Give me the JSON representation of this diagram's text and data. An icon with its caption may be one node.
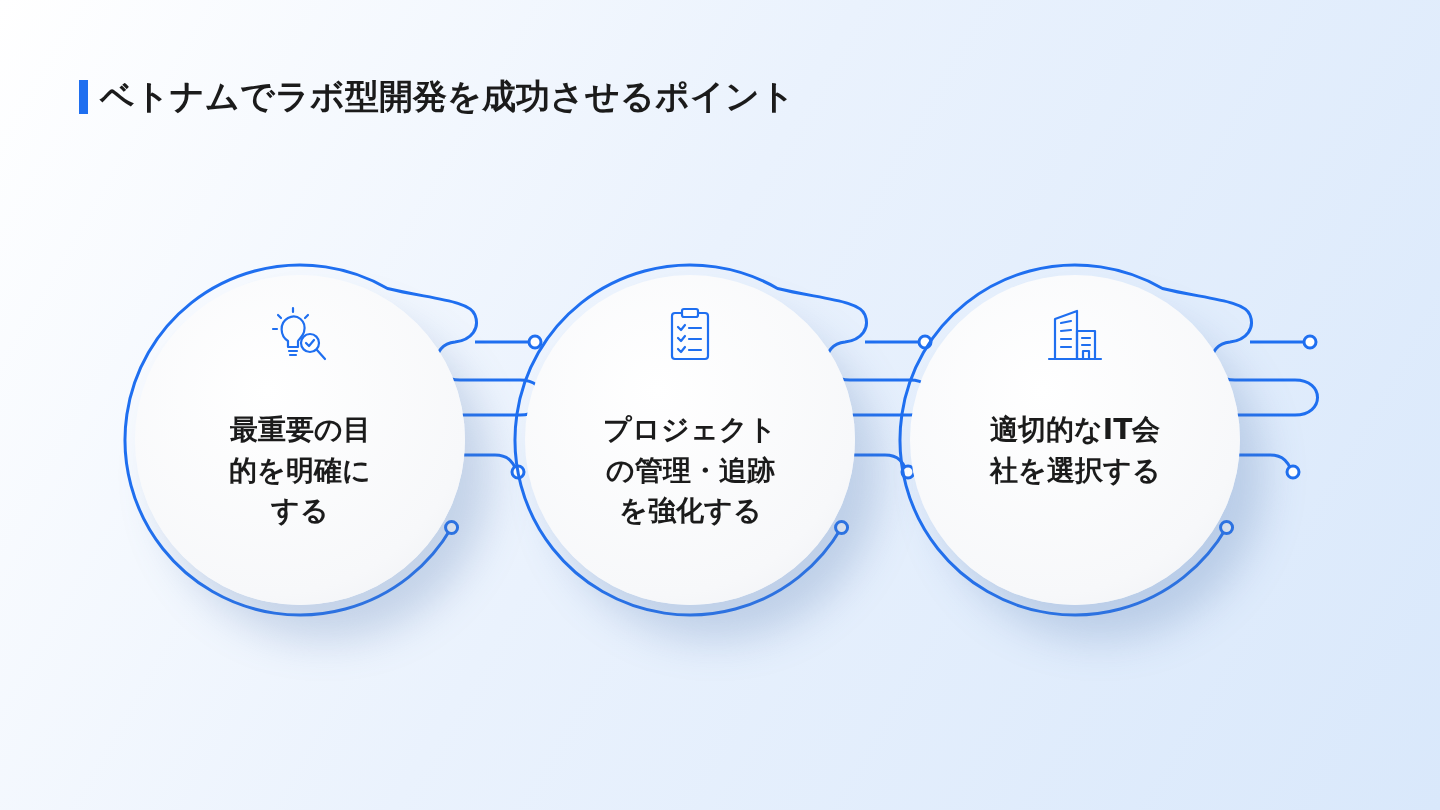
{
  "diagram": {
    "title": "ベトナムでラボ型開発を成功させるポイント",
    "nodes": [
      {
        "text": [
          "最重要の目的を明確にする"
        ]
      },
      {
        "text": [
          "プロジェクトの管理・追跡を強化する"
        ]
      },
      {
        "text": [
          "適切的なIT会社を選択する"
        ]
      }
    ]
  }
}
